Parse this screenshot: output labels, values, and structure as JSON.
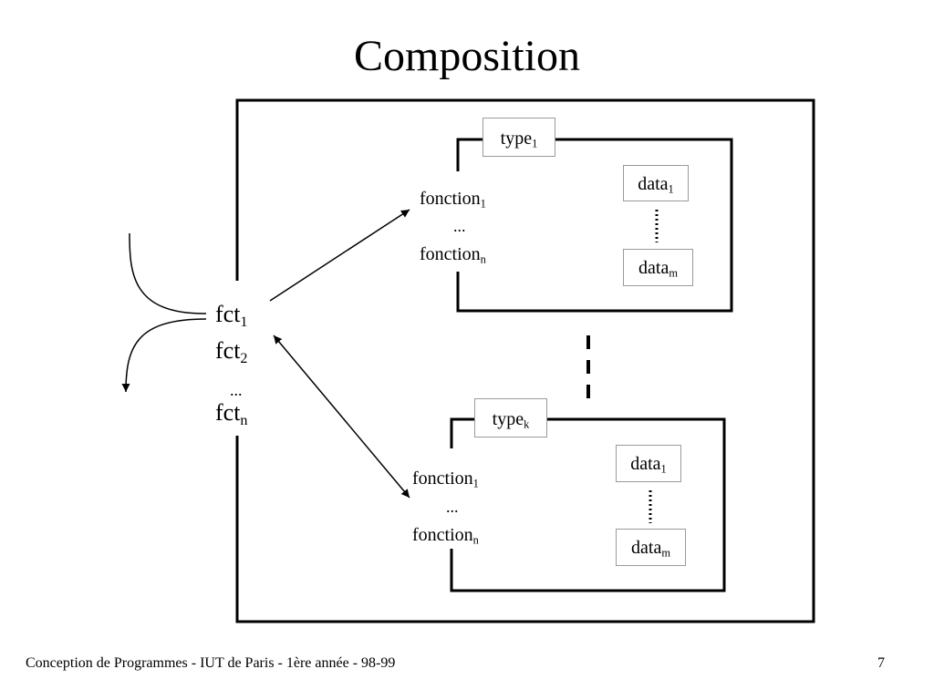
{
  "title": "Composition",
  "caller": {
    "fct1": "fct",
    "fct1_sub": "1",
    "fct2": "fct",
    "fct2_sub": "2",
    "ellipsis": "...",
    "fctn": "fct",
    "fctn_sub": "n"
  },
  "types": [
    {
      "name": "type",
      "name_sub": "1",
      "fonction_first": "fonction",
      "fonction_first_sub": "1",
      "ellipsis": "...",
      "fonction_last": "fonction",
      "fonction_last_sub": "n",
      "data_first": "data",
      "data_first_sub": "1",
      "data_last": "data",
      "data_last_sub": "m"
    },
    {
      "name": "type",
      "name_sub": "k",
      "fonction_first": "fonction",
      "fonction_first_sub": "1",
      "ellipsis": "...",
      "fonction_last": "fonction",
      "fonction_last_sub": "n",
      "data_first": "data",
      "data_first_sub": "1",
      "data_last": "data",
      "data_last_sub": "m"
    }
  ],
  "footer": {
    "left": "Conception de Programmes - IUT de Paris - 1ère année - 98-99",
    "page": "7"
  }
}
